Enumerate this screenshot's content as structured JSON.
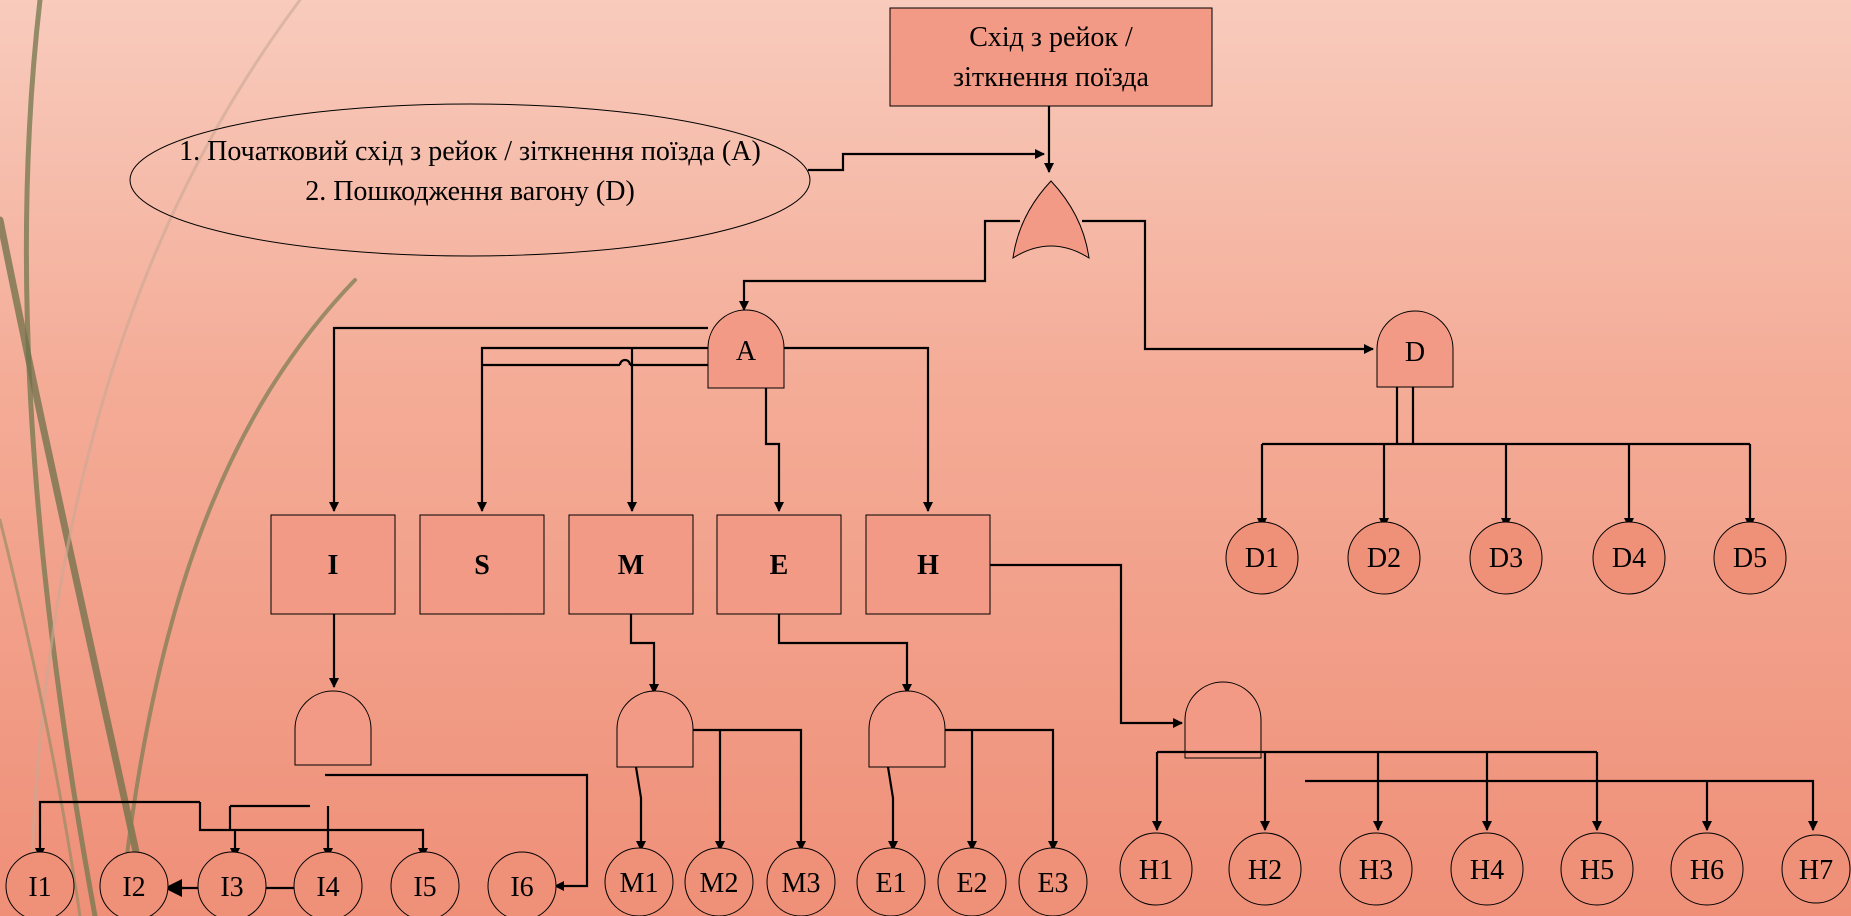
{
  "top_event": {
    "line1": "Схід з рейок /",
    "line2": "зіткнення поїзда"
  },
  "note": {
    "line1": "1. Початковий схід з рейок / зіткнення поїзда (A)",
    "line2": "2. Пошкодження вагону (D)"
  },
  "gates": {
    "A": "A",
    "D": "D"
  },
  "categories": {
    "I": "I",
    "S": "S",
    "M": "M",
    "E": "E",
    "H": "H"
  },
  "d_events": [
    "D1",
    "D2",
    "D3",
    "D4",
    "D5"
  ],
  "i_events": [
    "I1",
    "I2",
    "I3",
    "I4",
    "I5",
    "I6"
  ],
  "m_events": [
    "M1",
    "M2",
    "M3"
  ],
  "e_events": [
    "E1",
    "E2",
    "E3"
  ],
  "h_events": [
    "H1",
    "H2",
    "H3",
    "H4",
    "H5",
    "H6",
    "H7"
  ]
}
